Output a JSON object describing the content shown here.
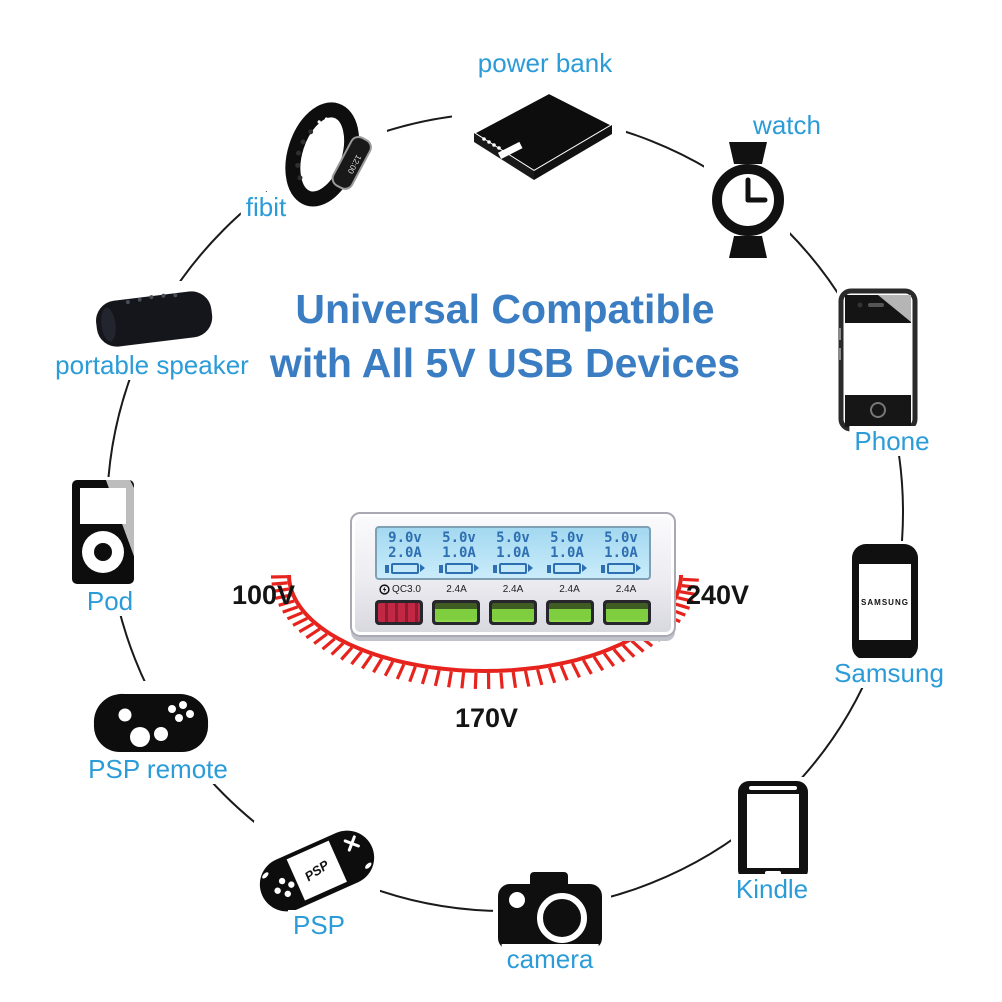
{
  "headline": {
    "line1": "Universal Compatible",
    "line2": "with All 5V USB Devices"
  },
  "devices": [
    {
      "id": "power-bank",
      "label": "power bank"
    },
    {
      "id": "watch",
      "label": "watch"
    },
    {
      "id": "phone",
      "label": "Phone"
    },
    {
      "id": "samsung",
      "label": "Samsung",
      "screen_text": "SAMSUNG"
    },
    {
      "id": "kindle",
      "label": "Kindle"
    },
    {
      "id": "camera",
      "label": "camera"
    },
    {
      "id": "psp",
      "label": "PSP",
      "screen_text": "PSP"
    },
    {
      "id": "psp-remote",
      "label": "PSP remote"
    },
    {
      "id": "pod",
      "label": "Pod"
    },
    {
      "id": "portable-speaker",
      "label": "portable speaker"
    },
    {
      "id": "fibit",
      "label": "fibit",
      "screen_text": "12:00"
    }
  ],
  "charger": {
    "display": [
      {
        "v": "9.0v",
        "a": "2.0A"
      },
      {
        "v": "5.0v",
        "a": "1.0A"
      },
      {
        "v": "5.0v",
        "a": "1.0A"
      },
      {
        "v": "5.0v",
        "a": "1.0A"
      },
      {
        "v": "5.0v",
        "a": "1.0A"
      }
    ],
    "ports": [
      {
        "label": "QC3.0",
        "type": "quick-charge"
      },
      {
        "label": "2.4A",
        "type": "standard"
      },
      {
        "label": "2.4A",
        "type": "standard"
      },
      {
        "label": "2.4A",
        "type": "standard"
      },
      {
        "label": "2.4A",
        "type": "standard"
      }
    ]
  },
  "voltage_scale": {
    "left": "100V",
    "right": "240V",
    "bottom": "170V"
  },
  "colors": {
    "device_label_blue": "#2b9cd8",
    "headline_blue": "#3a7dc2",
    "scale_red": "#e6241d",
    "usb_port_green": "#7fce3f",
    "qc_port_red": "#c22744",
    "lcd_background": "#c9ecfb",
    "lcd_digit_blue": "#2e6fb2"
  }
}
